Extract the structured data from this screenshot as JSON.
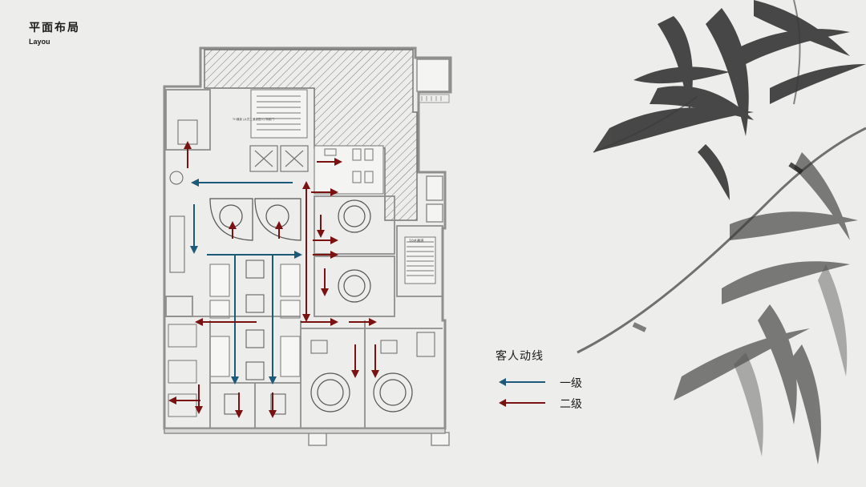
{
  "header": {
    "title_cn": "平面布局",
    "title_en": "Layou"
  },
  "plan_labels": {
    "stair_note": "TH通道 (从员工通道进入) 疏散门",
    "stair_10": "10#通道"
  },
  "legend": {
    "title": "客人动线",
    "items": [
      {
        "label": "一级",
        "color": "#1d5a7a"
      },
      {
        "label": "二级",
        "color": "#7a1212"
      }
    ]
  },
  "colors": {
    "primary": "#1d5a7a",
    "secondary": "#7a1212",
    "wall": "#8f8f8f"
  }
}
